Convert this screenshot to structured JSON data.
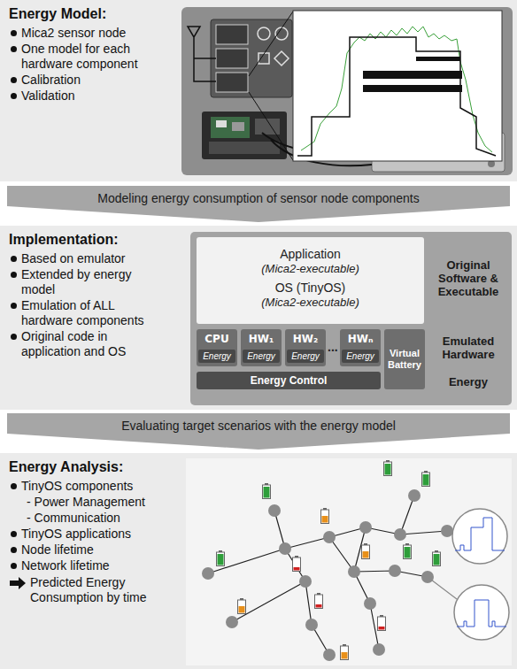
{
  "diagram": {
    "nodes": [
      {
        "text": [
          "Energy Model:",
          "Mica2 sensor node",
          "One model for each hardware component",
          "Calibration",
          "Validation"
        ]
      },
      {
        "text": [
          "Modeling energy consumption of sensor node components"
        ]
      },
      {
        "text": [
          "Implementation:",
          "Based on emulator",
          "Extended by energy model",
          "Emulation of ALL hardware components",
          "Original code in application and OS"
        ]
      },
      {
        "text": [
          "Original Software & Executable",
          "Emulated Hardware",
          "Energy"
        ],
        "in": 2
      },
      {
        "text": [
          "Application",
          "(Mica2-executable)",
          "OS (TinyOS)",
          "(Mica2-executable)"
        ],
        "in": 3
      },
      {
        "text": [
          "CPU",
          "Energy"
        ],
        "in": 3
      },
      {
        "text": [
          "HW₁",
          "Energy"
        ],
        "in": 3
      },
      {
        "text": [
          "HW₂",
          "Energy"
        ],
        "in": 3
      },
      {
        "text": [
          "HWₙ",
          "Energy"
        ],
        "in": 3
      },
      {
        "text": [
          "Energy Control"
        ],
        "in": 3
      },
      {
        "text": [
          "Virtual Battery"
        ],
        "in": 3
      },
      {
        "text": [
          "Evaluating target scenarios with the energy model"
        ]
      },
      {
        "text": [
          "Energy Analysis:",
          "TinyOS components",
          "- Power Management",
          "- Communication",
          "TinyOS applications",
          "Node lifetime",
          "Network lifetime",
          "Predicted Energy Consumption by time"
        ]
      }
    ],
    "labels": [
      "..."
    ]
  }
}
